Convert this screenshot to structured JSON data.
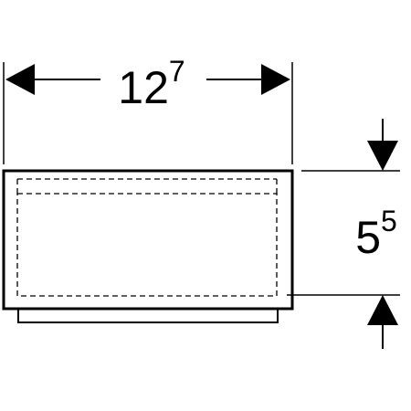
{
  "width_dimension": {
    "main": "12",
    "superscript": "7"
  },
  "height_dimension": {
    "main": "5",
    "superscript": "5"
  },
  "colors": {
    "line": "#000000",
    "background": "#ffffff"
  }
}
